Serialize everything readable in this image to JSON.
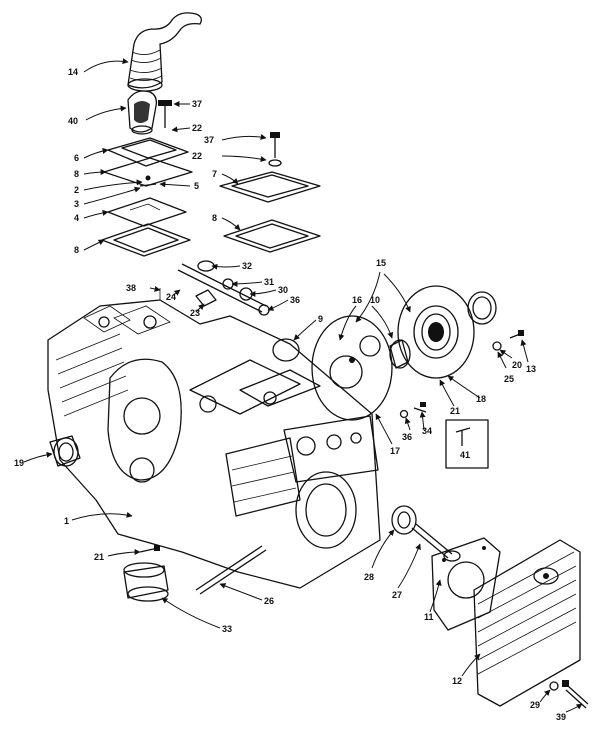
{
  "diagram": {
    "callouts": [
      {
        "id": "c14",
        "label": "14"
      },
      {
        "id": "c40",
        "label": "40"
      },
      {
        "id": "c37a",
        "label": "37"
      },
      {
        "id": "c22a",
        "label": "22"
      },
      {
        "id": "c37b",
        "label": "37"
      },
      {
        "id": "c22b",
        "label": "22"
      },
      {
        "id": "c6",
        "label": "6"
      },
      {
        "id": "c8a",
        "label": "8"
      },
      {
        "id": "c7",
        "label": "7"
      },
      {
        "id": "c2",
        "label": "2"
      },
      {
        "id": "c5",
        "label": "5"
      },
      {
        "id": "c3",
        "label": "3"
      },
      {
        "id": "c4",
        "label": "4"
      },
      {
        "id": "c8b",
        "label": "8"
      },
      {
        "id": "c8c",
        "label": "8"
      },
      {
        "id": "c32",
        "label": "32"
      },
      {
        "id": "c31",
        "label": "31"
      },
      {
        "id": "c30",
        "label": "30"
      },
      {
        "id": "c36a",
        "label": "36"
      },
      {
        "id": "c38a",
        "label": "38"
      },
      {
        "id": "c24",
        "label": "24"
      },
      {
        "id": "c23",
        "label": "23"
      },
      {
        "id": "c15",
        "label": "15"
      },
      {
        "id": "c16",
        "label": "16"
      },
      {
        "id": "c10",
        "label": "10"
      },
      {
        "id": "c9",
        "label": "9"
      },
      {
        "id": "c20",
        "label": "20"
      },
      {
        "id": "c13",
        "label": "13"
      },
      {
        "id": "c25",
        "label": "25"
      },
      {
        "id": "c18",
        "label": "18"
      },
      {
        "id": "c21a",
        "label": "21"
      },
      {
        "id": "c36b",
        "label": "36"
      },
      {
        "id": "c34",
        "label": "34"
      },
      {
        "id": "c17",
        "label": "17"
      },
      {
        "id": "c41",
        "label": "41"
      },
      {
        "id": "c19",
        "label": "19"
      },
      {
        "id": "c1",
        "label": "1"
      },
      {
        "id": "c21b",
        "label": "21"
      },
      {
        "id": "c26",
        "label": "26"
      },
      {
        "id": "c33",
        "label": "33"
      },
      {
        "id": "c28",
        "label": "28"
      },
      {
        "id": "c27",
        "label": "27"
      },
      {
        "id": "c11",
        "label": "11"
      },
      {
        "id": "c12",
        "label": "12"
      },
      {
        "id": "c29",
        "label": "29"
      },
      {
        "id": "c39",
        "label": "39"
      }
    ]
  }
}
